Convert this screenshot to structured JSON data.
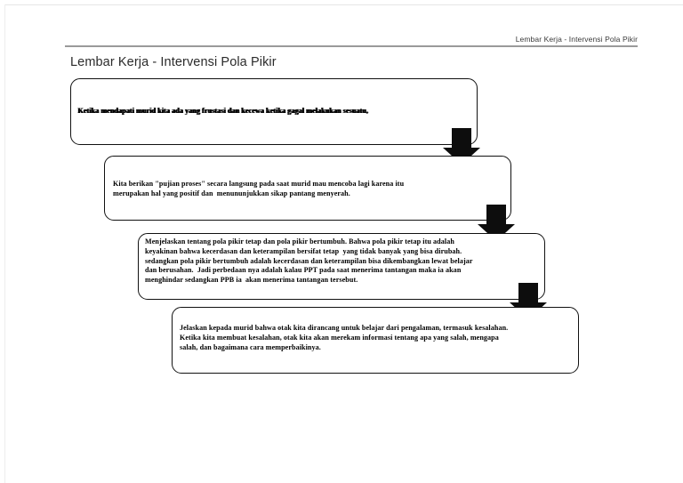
{
  "document": {
    "running_header": "Lembar Kerja - Intervensi Pola Pikir",
    "title": "Lembar Kerja - Intervensi Pola Pikir"
  },
  "colors": {
    "border": "#111111",
    "arrow": "#0d0d0d",
    "rule": "#9a9a9a",
    "text": "#000000",
    "background": "#ffffff"
  },
  "flow": {
    "steps": [
      {
        "id": "step-1",
        "text": "Ketika mendapati murid kita ada yang frustasi dan kecewa ketika gagal melakukan sesuatu,",
        "overlay_text": "Ketika mendapati murid kita ada yang frustasi dan kecewa ketika gagal melakukan sesuatu,"
      },
      {
        "id": "step-2",
        "text": "Kita berikan \"pujian proses\" secara langsung pada saat murid mau mencoba lagi karena itu merupakan hal yang positif dan  menununjukkan sikap pantang menyerah."
      },
      {
        "id": "step-3",
        "text": "Menjelaskan tentang pola pikir tetap dan pola pikir bertumbuh. Bahwa pola pikir tetap itu adalah keyakinan bahwa kecerdasan dan keterampilan bersifat tetap  yang tidak banyak yang bisa dirubah. sedangkan pola pikir bertumbuh adalah kecerdasan dan keterampilan bisa dikembangkan lewat belajar dan berusahan.  Jadi perbedaan nya adalah kalau PPT pada saat menerima tantangan maka ia akan menghindar sedangkan PPB ia  akan menerima tantangan tersebut."
      },
      {
        "id": "step-4",
        "text": "Jelaskan kepada murid bahwa otak kita dirancang untuk belajar dari pengalaman, termasuk kesalahan. Ketika kita membuat kesalahan, otak kita akan merekam informasi tentang apa yang salah, mengapa salah, dan bagaimana cara memperbaikinya."
      }
    ],
    "connectors": [
      {
        "id": "connector-1",
        "direction": "down"
      },
      {
        "id": "connector-2",
        "direction": "down"
      },
      {
        "id": "connector-3",
        "direction": "down"
      }
    ]
  }
}
